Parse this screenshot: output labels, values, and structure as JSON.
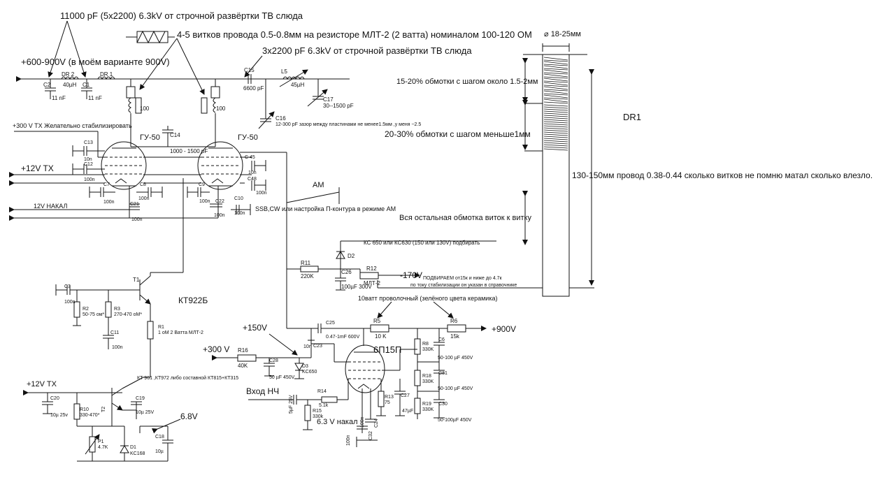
{
  "notes": {
    "caps_5x2200": "11000 pF  (5x2200) 6.3kV от строчной развёртки ТВ слюда",
    "resistor_winding": "4-5 витков провода 0.5-0.8мм на резисторе МЛТ-2 (2 ватта) номиналом 100-120 ОМ",
    "caps_3x2200": "3x2200 pF 6.3kV от строчной развёртки ТВ слюда",
    "supply_plus": "+600-900V (в моём варианте 900V)",
    "tx300": "+300 V TX Желательно стабилизировать",
    "tx12": "+12V TX",
    "nakal12": "12V НАКАЛ",
    "c16_note": "12-300 pF зазор между пластинами не менее1.5мм ,у меня ~2.5",
    "ssb": "SSB,CW или настройка П-контура в режиме AM",
    "am": "AM",
    "kc650": "КС 650 или КС630  (150 или 130V) подбирать",
    "minus170": "-170V",
    "r12_sel": "ПОДБИРАЕМ от15к и ниже до 4.7к",
    "r12_sel2": "по току стабилизации он указан в справочнике",
    "r5_note": "10ватт проволочный (зелёного цвета керамика)",
    "plus900": "+900V",
    "plus150": "+150V",
    "plus300": "+300 V",
    "vhod": "Вход НЧ",
    "nakal63": "6.3 V накал",
    "volt68": "6.8V",
    "tx12b": "+12V TX",
    "kt961": "КТ 961 ,КТ972 либо составной КТ815+КТ315",
    "kt922": "КТ922Б",
    "r1": "1 оМ  2 Ватта  МЛТ-2"
  },
  "coil": {
    "diameter": "18-25мм",
    "w1": "15-20% обмотки с шагом около 1.5-2мм",
    "w2": "20-30% обмотки с шагом меньше1мм",
    "w3": "Вся остальная обмотка виток к витку",
    "dr1": "DR1",
    "length": "130-150мм провод 0.38-0.44 сколько витков не помню  матал сколько влезло."
  },
  "tubes": {
    "gu50a": "ГУ-50",
    "gu50b": "ГУ-50",
    "p15": "6П15П"
  },
  "labels": {
    "c2": "C2",
    "c2v": "11 nF",
    "dr2": "DR 2",
    "dr2v": "40µH",
    "c1": "C1",
    "c1v": "11 nF",
    "dr1s": "DR 1",
    "c15": "C15",
    "c15v": "6600 pF",
    "l5": "L5",
    "l5v": "45µH",
    "c17": "C17",
    "c17v": "30--1500 pF",
    "c16": "C16",
    "r100a": "100",
    "r100b": "100",
    "c14": "C14",
    "c14v": "1000 - 1500 pF",
    "c13": "C13",
    "c13v": "10n",
    "c12": "C12",
    "c12v": "100n",
    "c7": "C7",
    "c7v": "100n",
    "c8": "C8",
    "c8v": "100n",
    "c9": "C9",
    "c9v": "100n",
    "c22": "C22",
    "c22v": "100n",
    "c21": "C21",
    "c21v": "100n",
    "c45": "C 45",
    "c45v": "10n",
    "c48": "C48",
    "c48v": "100n",
    "c10": "C10",
    "c10v": "100n",
    "t1": "T1",
    "c3": "C3",
    "c3v": "100n",
    "r2": "R2",
    "r2v": "50-75 ом*",
    "r3": "R3",
    "r3v": "270-470 оМ*",
    "c11": "C11",
    "c11v": "100n",
    "rr1": "R1",
    "d2": "D2",
    "r11": "R11",
    "r11v": "220K",
    "c26": "C26",
    "c26v": "100µF 300V",
    "r12": "R12",
    "r12v": "МЛТ-2",
    "c25": "C25",
    "c25v": "0.47-1mF 600V",
    "r5": "R5",
    "r5v": "10 K",
    "r6": "R6",
    "r6v": "15k",
    "c23": "C23",
    "c23v": "10n",
    "r16": "R16",
    "r16v": "40K",
    "c28": "C28",
    "c28v": "50 µF 450V",
    "d3": "D3",
    "d3v": "KC650",
    "r8": "R8",
    "r8v": "330K",
    "c6": "C6",
    "c6v": "50-100 µF 450V",
    "r18": "R18",
    "r18v": "330K",
    "c31": "C31",
    "c31v": "50-100 µF 450V",
    "r19": "R19",
    "r19v": "330K",
    "c30": "C30",
    "c30v": "50-100µF 450V",
    "r14": "R14",
    "r14v": "5.1k",
    "r13": "R13",
    "r13v": "75",
    "c27": "C27",
    "c27v": "47µF",
    "r15": "R15",
    "r15v": "330k",
    "c5v": "5µF 25V",
    "c24": "C24",
    "c24v": "100n",
    "c32": "C32",
    "c32v": "100n",
    "c20": "C20",
    "c20v": "10µ 25v",
    "r10": "R10",
    "r10v": "330-470*",
    "t2": "T2",
    "c19": "C19",
    "c19v": "10µ 25V",
    "c18": "C18",
    "c18v": "10µ",
    "p1": "P1",
    "p1v": "4.7K",
    "d1": "D1",
    "d1v": "KC168"
  }
}
